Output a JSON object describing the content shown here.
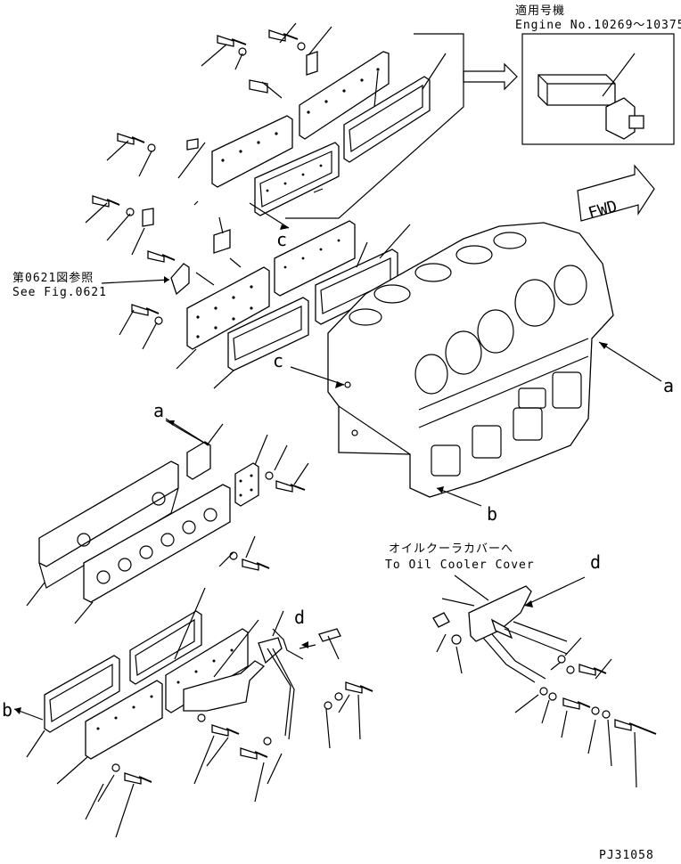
{
  "applicability": {
    "label_jp": "適用号機",
    "label_en": "Engine No.10269～10375"
  },
  "fwd_label": "FWD",
  "reference": {
    "jp": "第0621図参照",
    "en": "See Fig.0621"
  },
  "oil_cooler_note": {
    "jp": "オイルクーラカバーへ",
    "en": "To Oil Cooler Cover"
  },
  "callouts": {
    "a_right": "a",
    "a_left": "a",
    "b_right": "b",
    "b_left": "b",
    "c_upper": "c",
    "c_lower": "c",
    "d_mid": "d",
    "d_right": "d"
  },
  "drawing_code": "PJ31058"
}
